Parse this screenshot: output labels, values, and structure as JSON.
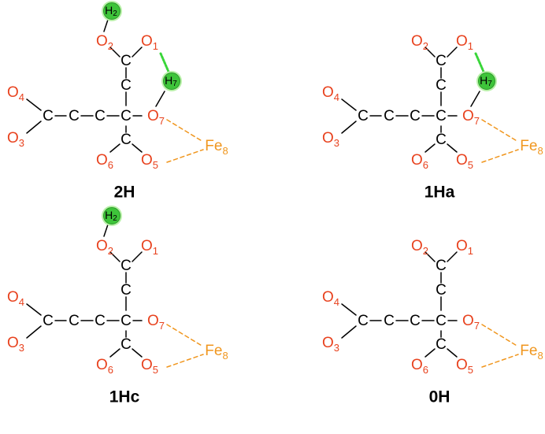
{
  "colors": {
    "carbon": "#000000",
    "oxygen": "#e8421e",
    "iron": "#f0961e",
    "hydrogen_fill": "#3ec43a",
    "hydrogen_glow": "#b8f0a8",
    "hbond": "#39d639"
  },
  "labels": {
    "carbon": "C",
    "iron": "Fe",
    "iron_sub": "8",
    "o1_sub": "1",
    "o2_sub": "2",
    "o3_sub": "3",
    "o4_sub": "4",
    "o5_sub": "5",
    "o6_sub": "6",
    "o7_sub": "7",
    "h2_sub": "2",
    "h7_sub": "7",
    "oxygen": "O",
    "hydrogen": "H"
  },
  "panels": [
    {
      "id": "2H",
      "label": "2H",
      "has_h2": true,
      "has_h7": true
    },
    {
      "id": "1Ha",
      "label": "1Ha",
      "has_h2": false,
      "has_h7": true
    },
    {
      "id": "1Hc",
      "label": "1Hc",
      "has_h2": true,
      "has_h7": false
    },
    {
      "id": "0H",
      "label": "0H",
      "has_h2": false,
      "has_h7": false
    }
  ]
}
